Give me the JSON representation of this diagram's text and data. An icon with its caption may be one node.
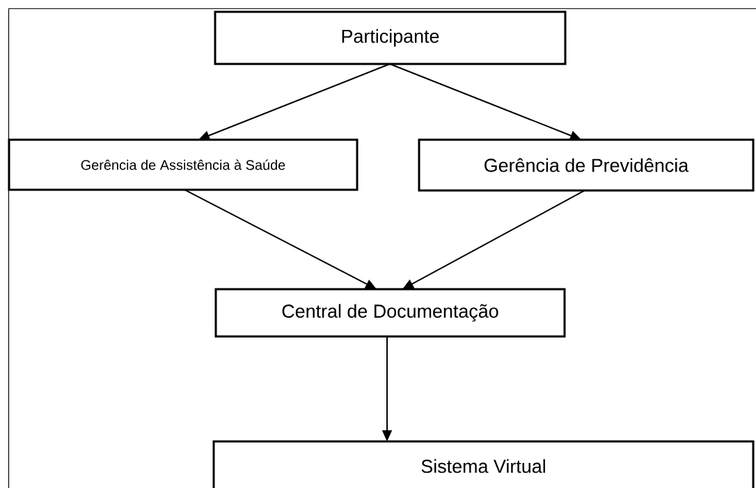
{
  "diagram": {
    "nodes": [
      {
        "text": [
          "Participante"
        ]
      },
      {
        "text": [
          "Gerência de Assistência à Saúde"
        ]
      },
      {
        "text": [
          "Gerência de Previdência"
        ]
      },
      {
        "text": [
          "Central de Documentação"
        ]
      },
      {
        "text": [
          "Sistema Virtual"
        ]
      }
    ],
    "edges": [
      {
        "from": 0,
        "to": 1,
        "arrow": "to"
      },
      {
        "from": 0,
        "to": 2,
        "arrow": "to"
      },
      {
        "from": 1,
        "to": 3,
        "arrow": "to"
      },
      {
        "from": 2,
        "to": 3,
        "arrow": "to"
      },
      {
        "from": 3,
        "to": 4,
        "arrow": "to"
      }
    ]
  }
}
